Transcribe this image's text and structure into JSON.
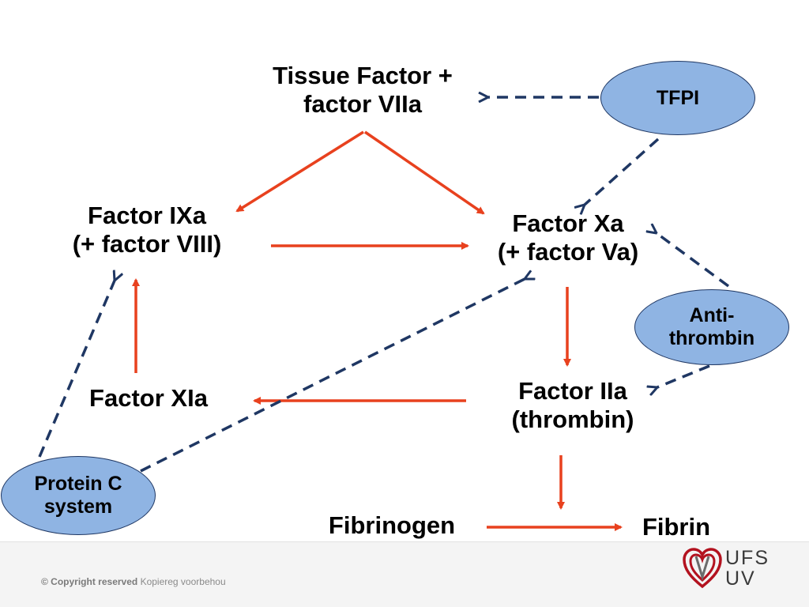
{
  "nodes": {
    "tissue_factor": [
      "Tissue Factor +",
      "factor VIIa"
    ],
    "factor_ixa": [
      "Factor IXa",
      "(+ factor VIII)"
    ],
    "factor_xa": [
      "Factor Xa",
      "(+ factor Va)"
    ],
    "factor_xia": [
      "Factor XIa"
    ],
    "factor_iia": [
      "Factor IIa",
      "(thrombin)"
    ],
    "fibrinogen": [
      "Fibrinogen"
    ],
    "fibrin": [
      "Fibrin"
    ]
  },
  "inhibitors": {
    "tfpi": [
      "TFPI"
    ],
    "antithrombin": [
      "Anti-",
      "thrombin"
    ],
    "protein_c": [
      "Protein C",
      "system"
    ]
  },
  "colors": {
    "activation_arrow": "#e8411e",
    "inhibition_arrow": "#1f3763",
    "oval_fill": "#8fb4e3"
  },
  "footer": {
    "copyright_bold": "© Copyright reserved",
    "copyright_rest": "Kopiereg voorbehou",
    "logo_line1": "UFS",
    "logo_line2": "UV"
  }
}
